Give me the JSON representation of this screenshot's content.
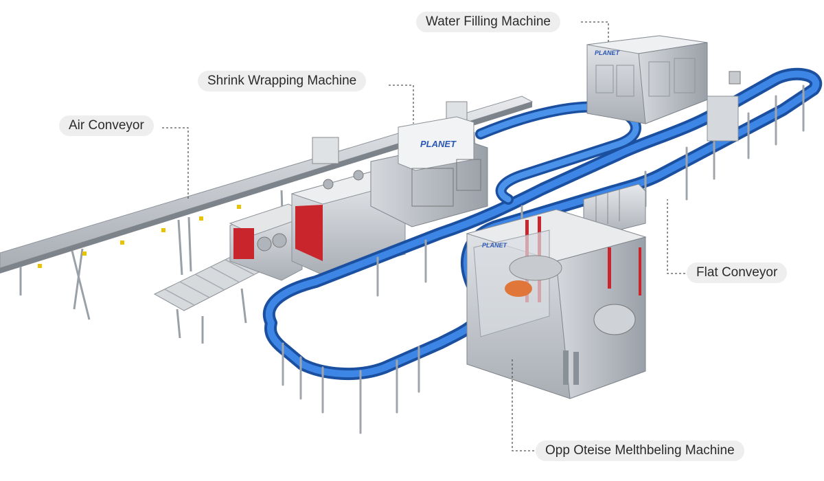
{
  "labels": {
    "water_filling": "Water Filling Machine",
    "shrink_wrapping": "Shrink Wrapping Machine",
    "air_conveyor": "Air Conveyor",
    "flat_conveyor": "Flat Conveyor",
    "opp_labeling": "Opp Oteise Melthbeling Machine"
  },
  "brand": {
    "logo_text": "PLANET"
  },
  "colors": {
    "conveyor_blue": "#2a6fd6",
    "steel": "#c9cdd2",
    "heater_red": "#c8262c",
    "callout_bg": "#eeeeee"
  }
}
